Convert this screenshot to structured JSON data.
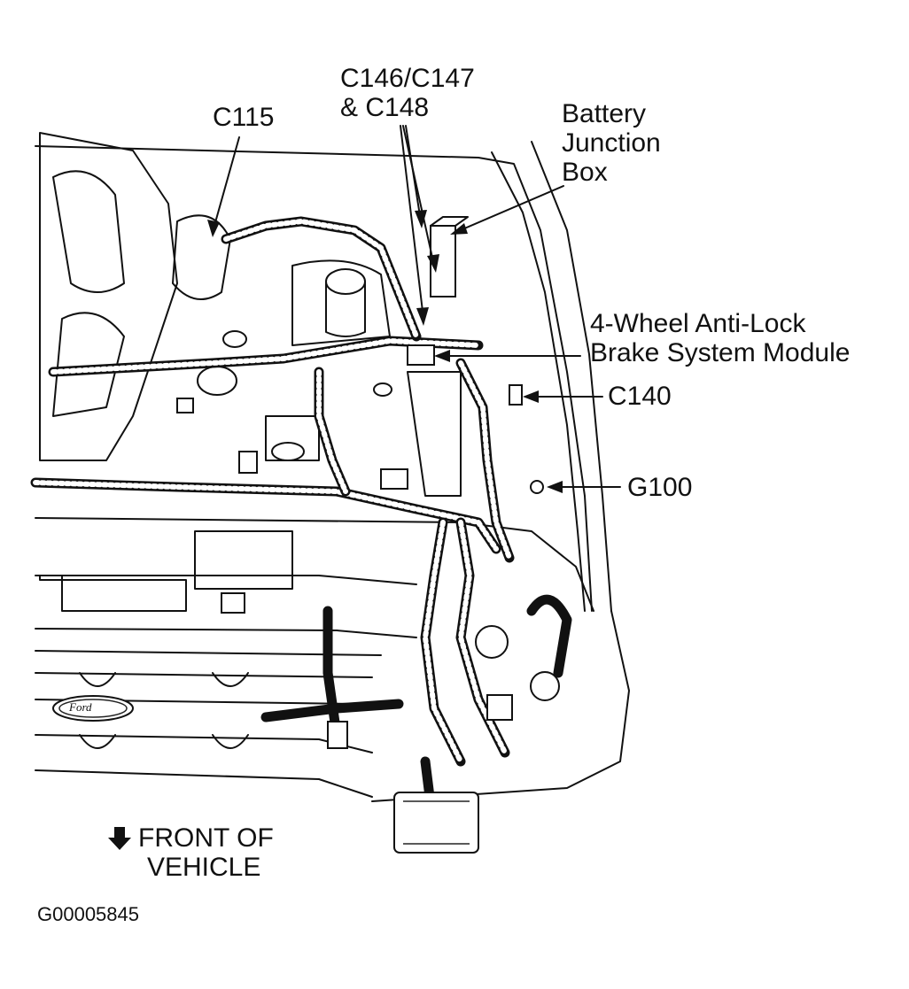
{
  "figure_id": "G00005845",
  "labels": {
    "c115": "C115",
    "c146_line1": "C146/C147",
    "c146_line2": "& C148",
    "battery_line1": "Battery",
    "battery_line2": "Junction",
    "battery_line3": "Box",
    "abs_line1": "4-Wheel Anti-Lock",
    "abs_line2": "Brake System Module",
    "c140": "C140",
    "g100": "G100",
    "front_line1": "FRONT OF",
    "front_line2": "VEHICLE"
  },
  "badge_text": "Ford",
  "icons": {
    "front_arrow": "arrow-down-icon"
  }
}
